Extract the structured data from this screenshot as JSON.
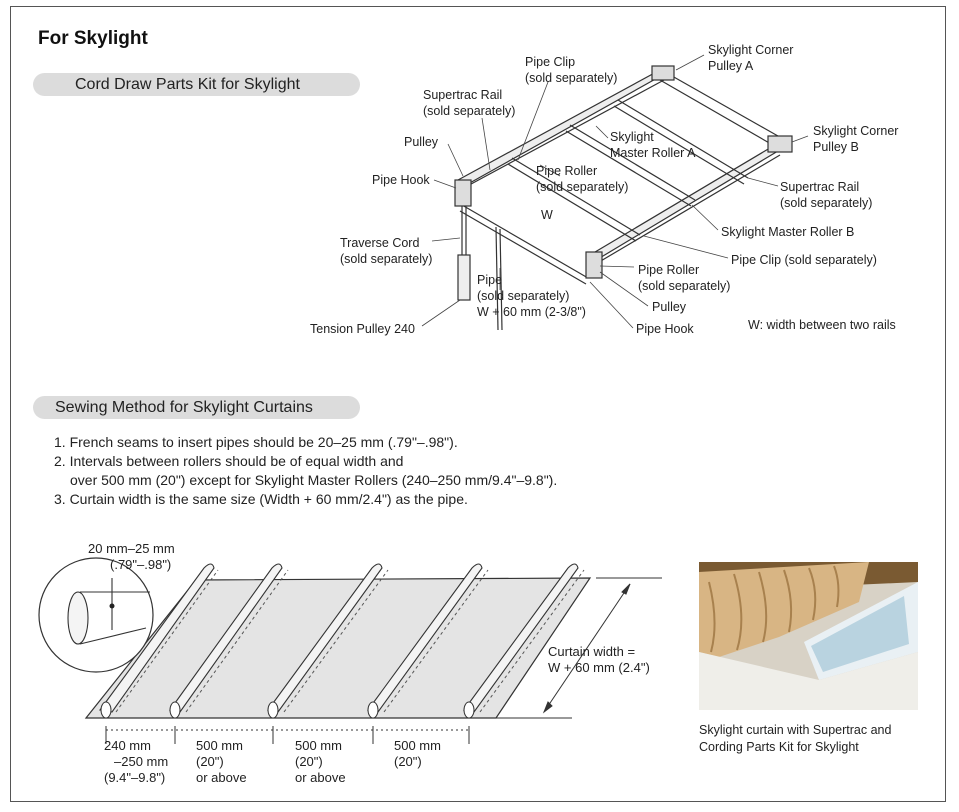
{
  "heading": "For Skylight",
  "kit_title": "Cord Draw Parts Kit for Skylight",
  "sewing_title": "Sewing Method for Skylight Curtains",
  "labels": {
    "pipe_clip_top": [
      "Pipe Clip",
      "(sold separately)"
    ],
    "corner_a": [
      "Skylight Corner",
      "Pulley A"
    ],
    "supertrac_left": [
      "Supertrac Rail",
      "(sold separately)"
    ],
    "corner_b": [
      "Skylight Corner",
      "Pulley B"
    ],
    "master_a": [
      "Skylight",
      "Master Roller A"
    ],
    "pulley_left": "Pulley",
    "pipe_roller_top": [
      "Pipe Roller",
      "(sold separately)"
    ],
    "supertrac_right": [
      "Supertrac Rail",
      "(sold separately)"
    ],
    "pipe_hook_left": "Pipe Hook",
    "w": "W",
    "master_b": "Skylight Master Roller B",
    "traverse": [
      "Traverse Cord",
      "(sold separately)"
    ],
    "pipe_clip_right": "Pipe Clip (sold separately)",
    "pipe_roller_bottom": [
      "Pipe Roller",
      "(sold separately)"
    ],
    "pipe": [
      "Pipe",
      "(sold separately)",
      "W + 60 mm (2-3/8\")"
    ],
    "pulley_right": "Pulley",
    "tension": "Tension Pulley 240",
    "pipe_hook_right": "Pipe Hook",
    "w_note": "W: width between two rails"
  },
  "notes": [
    "1. French seams to insert pipes should be 20–25 mm (.79\"–.98\").",
    "2. Intervals between rollers should be of equal width and",
    "    over 500 mm (20\") except for Skylight Master Rollers (240–250 mm/9.4\"–9.8\").",
    "3. Curtain width is the same size (Width + 60 mm/2.4\") as the pipe."
  ],
  "sewing_labels": {
    "seam": [
      "20 mm–25 mm",
      "(.79\"–.98\")"
    ],
    "curtain_width": [
      "Curtain width =",
      "W + 60 mm (2.4\")"
    ],
    "d1": [
      "240 mm",
      "–250 mm",
      "(9.4\"–9.8\")"
    ],
    "d2": [
      "500 mm",
      "(20\")",
      "or above"
    ],
    "d3": [
      "500 mm",
      "(20\")",
      "or above"
    ],
    "d4": [
      "500 mm",
      "(20\")"
    ]
  },
  "photo_caption": [
    "Skylight curtain with Supertrac and",
    "Cording Parts Kit for Skylight"
  ]
}
